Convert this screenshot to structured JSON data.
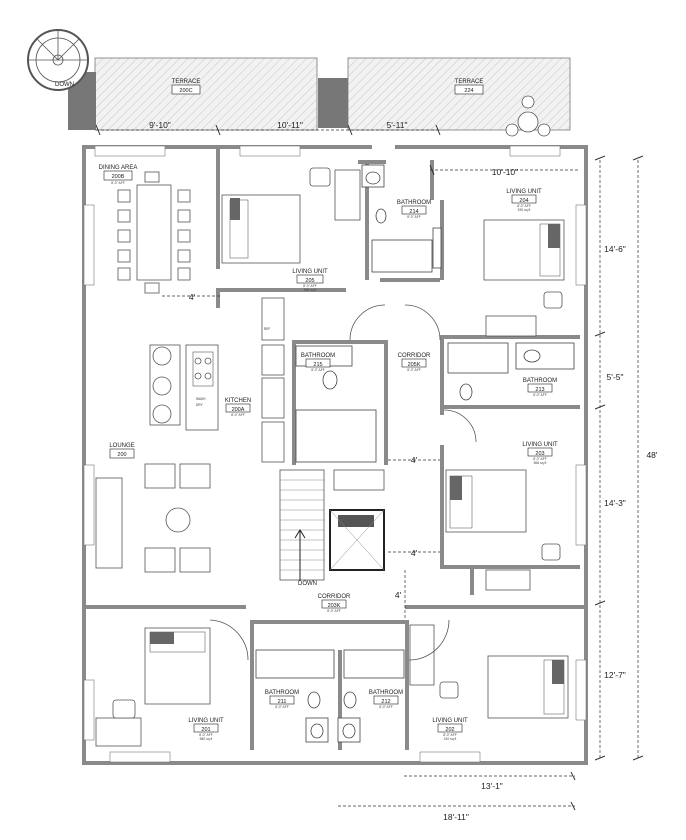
{
  "rooms": {
    "terrace_west": {
      "name": "TERRACE",
      "number": "200C"
    },
    "terrace_east": {
      "name": "TERRACE",
      "number": "224"
    },
    "dining": {
      "name": "DINING AREA",
      "number": "200B",
      "meta": "8'-0\" AFF"
    },
    "living_204": {
      "name": "LIVING UNIT",
      "number": "204",
      "meta1": "8'-0\" AFF",
      "meta2": "530 sq ft"
    },
    "bath_214": {
      "name": "BATHROOM",
      "number": "214",
      "meta": "8'-0\" AFF"
    },
    "living_205": {
      "name": "LIVING UNIT",
      "number": "205",
      "meta1": "8'-0\" AFF",
      "meta2": "566 sq ft"
    },
    "bath_215": {
      "name": "BATHROOM",
      "number": "215",
      "meta": "8'-0\" AFF"
    },
    "corridor_205k": {
      "name": "CORRIDOR",
      "number": "205K",
      "meta": "8'-0\" AFF"
    },
    "bath_213": {
      "name": "BATHROOM",
      "number": "213",
      "meta": "8'-0\" AFF"
    },
    "kitchen": {
      "name": "KITCHEN",
      "number": "200A",
      "meta": "8'-0\" AFF"
    },
    "lounge": {
      "name": "LOUNGE",
      "number": "200"
    },
    "living_203": {
      "name": "LIVING UNIT",
      "number": "203",
      "meta1": "8'-0\" AFF",
      "meta2": "566 sq ft"
    },
    "corridor_203k": {
      "name": "CORRIDOR",
      "number": "203K",
      "meta": "8'-0\" AFF"
    },
    "bath_211": {
      "name": "BATHROOM",
      "number": "211",
      "meta": "8'-0\" AFF"
    },
    "bath_212": {
      "name": "BATHROOM",
      "number": "212",
      "meta": "8'-0\" AFF"
    },
    "living_201": {
      "name": "LIVING UNIT",
      "number": "201",
      "meta1": "8'-0\" AFF",
      "meta2": "580 sq ft"
    },
    "living_202": {
      "name": "LIVING UNIT",
      "number": "202",
      "meta1": "8'-0\" AFF",
      "meta2": "310 sq ft"
    }
  },
  "dimensions": {
    "top_a": "9'-10\"",
    "top_b": "10'-11\"",
    "top_c": "5'-11\"",
    "top_d": "10'-10\"",
    "right_a": "14'-6\"",
    "right_b": "5'-5\"",
    "right_c": "14'-3\"",
    "right_d": "12'-7\"",
    "overall": "48'",
    "bottom_a": "13'-1\"",
    "bottom_b": "18'-11\"",
    "four_a": "4'",
    "four_b": "4'",
    "four_c": "4'",
    "four_d": "4'"
  },
  "labels": {
    "down_stair_top": "DOWN",
    "down_stair_main": "DOWN",
    "wash": "WASH",
    "dry": "DRY",
    "ref": "REF"
  }
}
